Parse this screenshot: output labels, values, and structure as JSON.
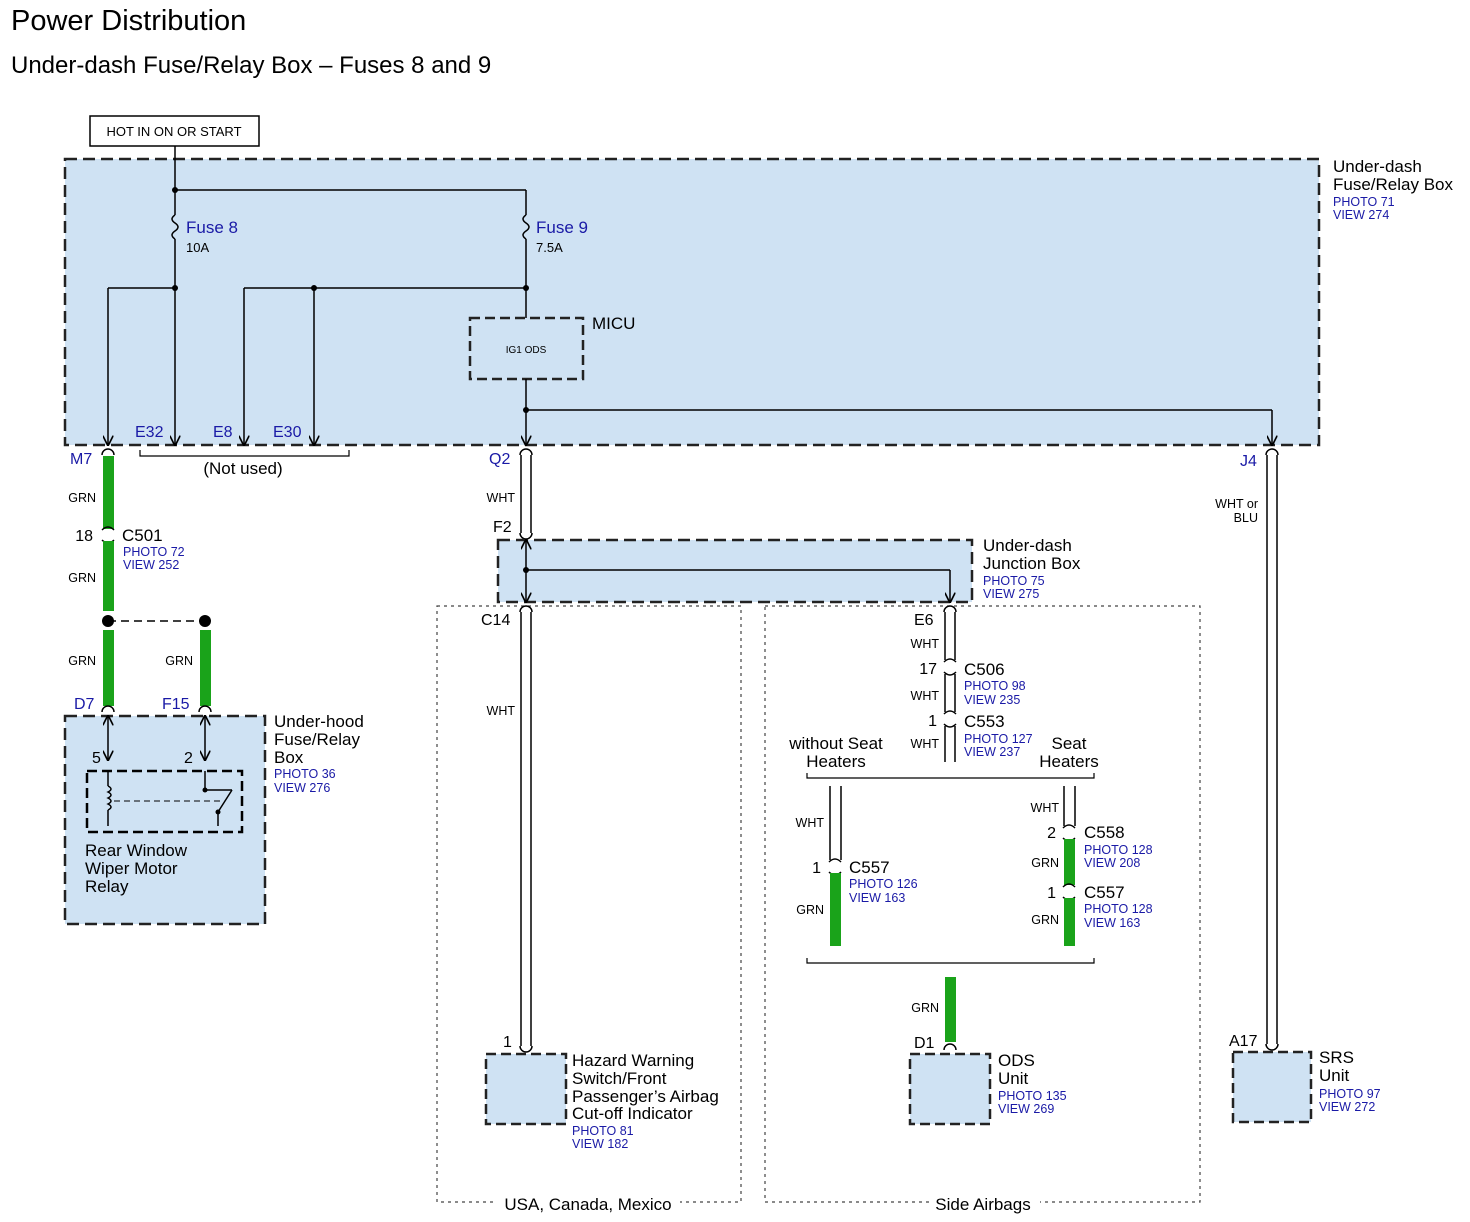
{
  "title": "Power Distribution",
  "subtitle": "Under-dash Fuse/Relay Box – Fuses 8 and 9",
  "hot_label": "HOT IN ON OR START",
  "under_dash_box": {
    "line1": "Under-dash",
    "line2": "Fuse/Relay Box",
    "photo": "PHOTO 71",
    "view": "VIEW 274"
  },
  "fuse8": {
    "name": "Fuse 8",
    "rating": "10A"
  },
  "fuse9": {
    "name": "Fuse 9",
    "rating": "7.5A"
  },
  "micu": {
    "name": "MICU",
    "inner": "IG1 ODS"
  },
  "terminals": {
    "m7": "M7",
    "e32": "E32",
    "e8": "E8",
    "e30": "E30",
    "q2": "Q2",
    "j4": "J4",
    "not_used": "(Not used)"
  },
  "wires": {
    "grn": "GRN",
    "wht": "WHT",
    "wht_or": "WHT or",
    "blu": "BLU"
  },
  "c501": {
    "pin": "18",
    "name": "C501",
    "photo": "PHOTO 72",
    "view": "VIEW 252"
  },
  "under_hood": {
    "d7": "D7",
    "f15": "F15",
    "pin5": "5",
    "pin2": "2",
    "line1": "Under-hood",
    "line2": "Fuse/Relay",
    "line3": "Box",
    "photo": "PHOTO 36",
    "view": "VIEW 276",
    "relay1": "Rear Window",
    "relay2": "Wiper Motor",
    "relay3": "Relay"
  },
  "junction_box": {
    "f2": "F2",
    "c14": "C14",
    "e6": "E6",
    "line1": "Under-dash",
    "line2": "Junction Box",
    "photo": "PHOTO 75",
    "view": "VIEW 275"
  },
  "c506": {
    "pin": "17",
    "name": "C506",
    "photo": "PHOTO 98",
    "view": "VIEW 235"
  },
  "c553": {
    "pin": "1",
    "name": "C553",
    "photo": "PHOTO 127",
    "view": "VIEW 237"
  },
  "without_seat": {
    "line1": "without Seat",
    "line2": "Heaters"
  },
  "seat": {
    "line1": "Seat",
    "line2": "Heaters"
  },
  "c557_left": {
    "pin": "1",
    "name": "C557",
    "photo": "PHOTO 126",
    "view": "VIEW 163"
  },
  "c558": {
    "pin": "2",
    "name": "C558",
    "photo": "PHOTO 128",
    "view": "VIEW 208"
  },
  "c557_right": {
    "pin": "1",
    "name": "C557",
    "photo": "PHOTO 128",
    "view": "VIEW 163"
  },
  "hazard": {
    "pin": "1",
    "line1": "Hazard Warning",
    "line2": "Switch/Front",
    "line3": "Passenger’s Airbag",
    "line4": "Cut-off Indicator",
    "photo": "PHOTO 81",
    "view": "VIEW 182"
  },
  "ods": {
    "pin": "D1",
    "line1": "ODS",
    "line2": "Unit",
    "photo": "PHOTO 135",
    "view": "VIEW 269"
  },
  "srs": {
    "pin": "A17",
    "line1": "SRS",
    "line2": "Unit",
    "photo": "PHOTO 97",
    "view": "VIEW 272"
  },
  "regions": {
    "usa": "USA, Canada, Mexico",
    "side_airbags": "Side Airbags"
  },
  "colors": {
    "box_fill": "#cfe2f3",
    "green_wire": "#1aa31a",
    "text_blue": "#1a1aa6"
  }
}
